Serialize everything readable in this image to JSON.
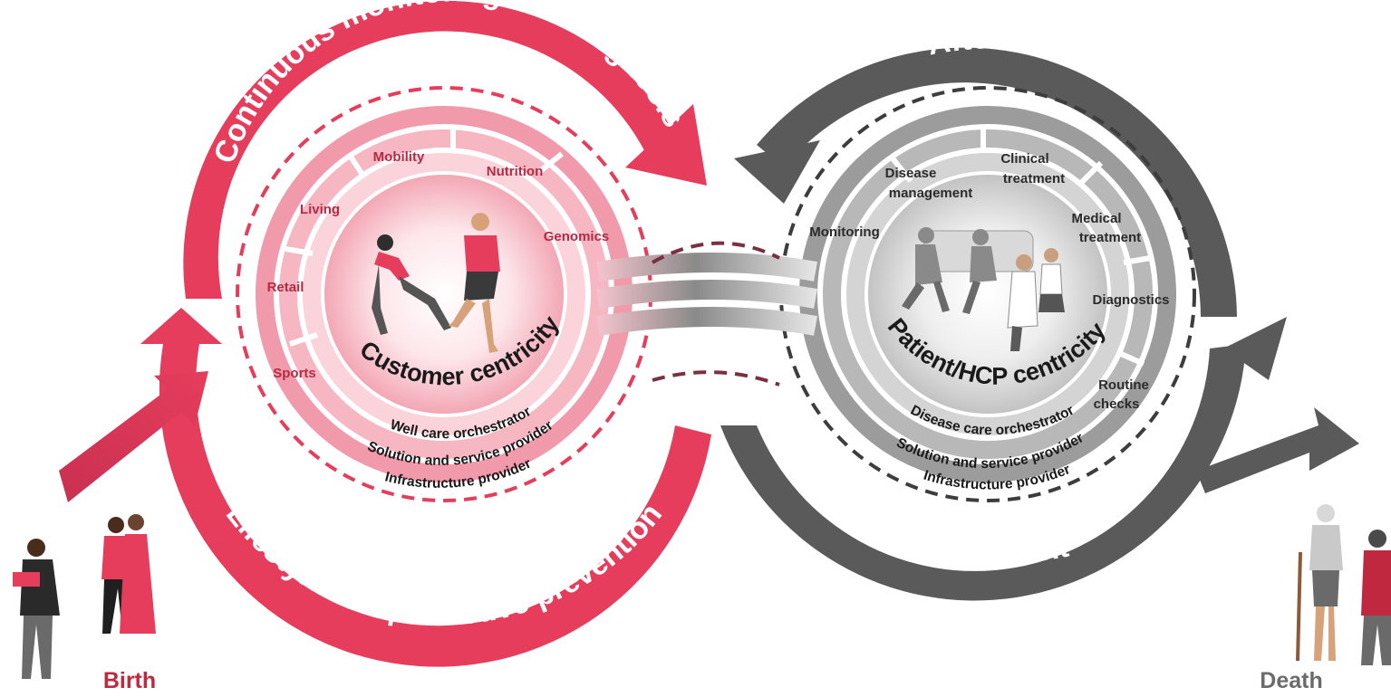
{
  "colors": {
    "red": "#e63d5c",
    "red_dark": "#b8283f",
    "red_text": "#b52a45",
    "grey": "#5a5a5a",
    "grey_dark": "#3d3d3d",
    "grey_text": "#6b6b6b"
  },
  "arrows": {
    "top_left": "Continuous monitoring and diagnosis",
    "bottom_left": "Lifestyle and predictive prevention",
    "top_right": "After care",
    "bottom_right": "Treatment"
  },
  "left_hub": {
    "title": "Customer centricity",
    "rings": [
      "Well care orchestrator",
      "Solution and service provider",
      "Infrastructure provider"
    ],
    "segments": [
      "Mobility",
      "Nutrition",
      "Living",
      "Genomics",
      "Retail",
      "Sports"
    ]
  },
  "right_hub": {
    "title": "Patient/HCP centricity",
    "rings": [
      "Disease care orchestrator",
      "Solution and service provider",
      "Infrastructure provider"
    ],
    "segments": {
      "disease_management": [
        "Disease",
        "management"
      ],
      "clinical_treatment": [
        "Clinical",
        "treatment"
      ],
      "monitoring": "Monitoring",
      "medical_treatment": [
        "Medical",
        "treatment"
      ],
      "diagnostics": "Diagnostics",
      "routine_checks": [
        "Routine",
        "checks"
      ]
    }
  },
  "life_stages": {
    "birth": "Birth",
    "death": "Death"
  }
}
